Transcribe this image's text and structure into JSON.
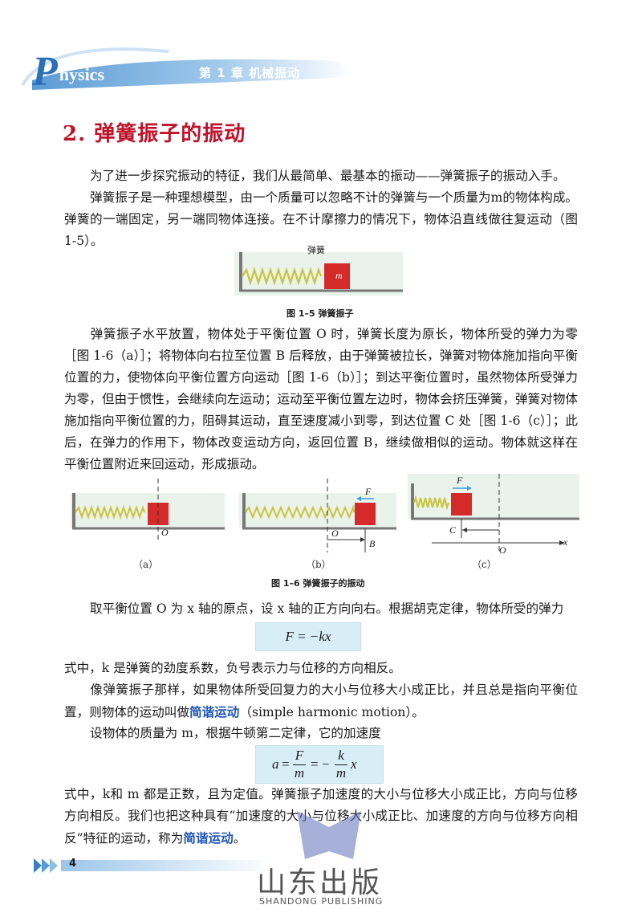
{
  "header": {
    "brand_letter": "P",
    "brand_rest": "hysics",
    "chapter": "第 1 章   机械振动"
  },
  "section_title": "2. 弹簧振子的振动",
  "paragraphs": {
    "p1": "为了进一步探究振动的特征，我们从最简单、最基本的振动——弹簧振子的振动入手。",
    "p2": "弹簧振子是一种理想模型，由一个质量可以忽略不计的弹簧与一个质量为m的物体构成。弹簧的一端固定，另一端同物体连接。在不计摩擦力的情况下，物体沿直线做往复运动（图 1-5）。",
    "p3": "弹簧振子水平放置，物体处于平衡位置 O 时，弹簧长度为原长，物体所受的弹力为零［图 1-6（a）］；将物体向右拉至位置 B 后释放，由于弹簧被拉长，弹簧对物体施加指向平衡位置的力，使物体向平衡位置方向运动［图 1-6（b）］；到达平衡位置时，虽然物体所受弹力为零，但由于惯性，会继续向左运动；运动至平衡位置左边时，物体会挤压弹簧，弹簧对物体施加指向平衡位置的力，阻碍其运动，直至速度减小到零，到达位置 C 处［图 1-6（c）］；此后，在弹力的作用下，物体改变运动方向，返回位置 B，继续做相似的运动。物体就这样在平衡位置附近来回运动，形成振动。",
    "p4": "取平衡位置 O 为 x 轴的原点，设 x 轴的正方向向右。根据胡克定律，物体所受的弹力",
    "p5": "式中，k 是弹簧的劲度系数，负号表示力与位移的方向相反。",
    "p6_pre": "像弹簧振子那样，如果物体所受回复力的大小与位移大小成正比，并且总是指向平衡位置，则物体的运动叫做",
    "p6_kw": "简谐运动",
    "p6_post": "（simple harmonic motion）。",
    "p7": "设物体的质量为 m，根据牛顿第二定律，它的加速度",
    "p8_pre": "式中，k和 m 都是正数，且为定值。弹簧振子加速度的大小与位移大小成正比，方向与位移方向相反。我们也把这种具有“加速度的大小与位移大小成正比、加速度的方向与位移方向相反”特征的运动，称为",
    "p8_kw": "简谐运动",
    "p8_post": "。"
  },
  "figure_1_5": {
    "spring_label": "弹簧",
    "mass_label": "m",
    "caption": "图 1–5   弹簧振子"
  },
  "figure_1_6": {
    "caption": "图 1–6   弹簧振子的振动",
    "a": {
      "sub": "（a）",
      "o_label": "O"
    },
    "b": {
      "sub": "（b）",
      "o_label": "O",
      "b_label": "B",
      "f_label": "F"
    },
    "c": {
      "sub": "（c）",
      "o_label": "O",
      "c_label": "C",
      "f_label": "F",
      "x_label": "x"
    }
  },
  "formula1": "F = −kx",
  "formula2": {
    "a": "a",
    "eq": "=",
    "F": "F",
    "m1": "m",
    "neg": "= −",
    "k": "k",
    "m2": "m",
    "x": "x"
  },
  "footer": {
    "page_number": "4",
    "publisher": "山东出版",
    "publisher_en": "SHANDONG PUBLISHING"
  },
  "colors": {
    "title": "#c0122a",
    "keyword": "#1f56b4",
    "formula_bg": "#d8eef6",
    "mass": "#d42a2a",
    "spring": "#c9c43a",
    "header_blue": "#2a6fb7"
  }
}
